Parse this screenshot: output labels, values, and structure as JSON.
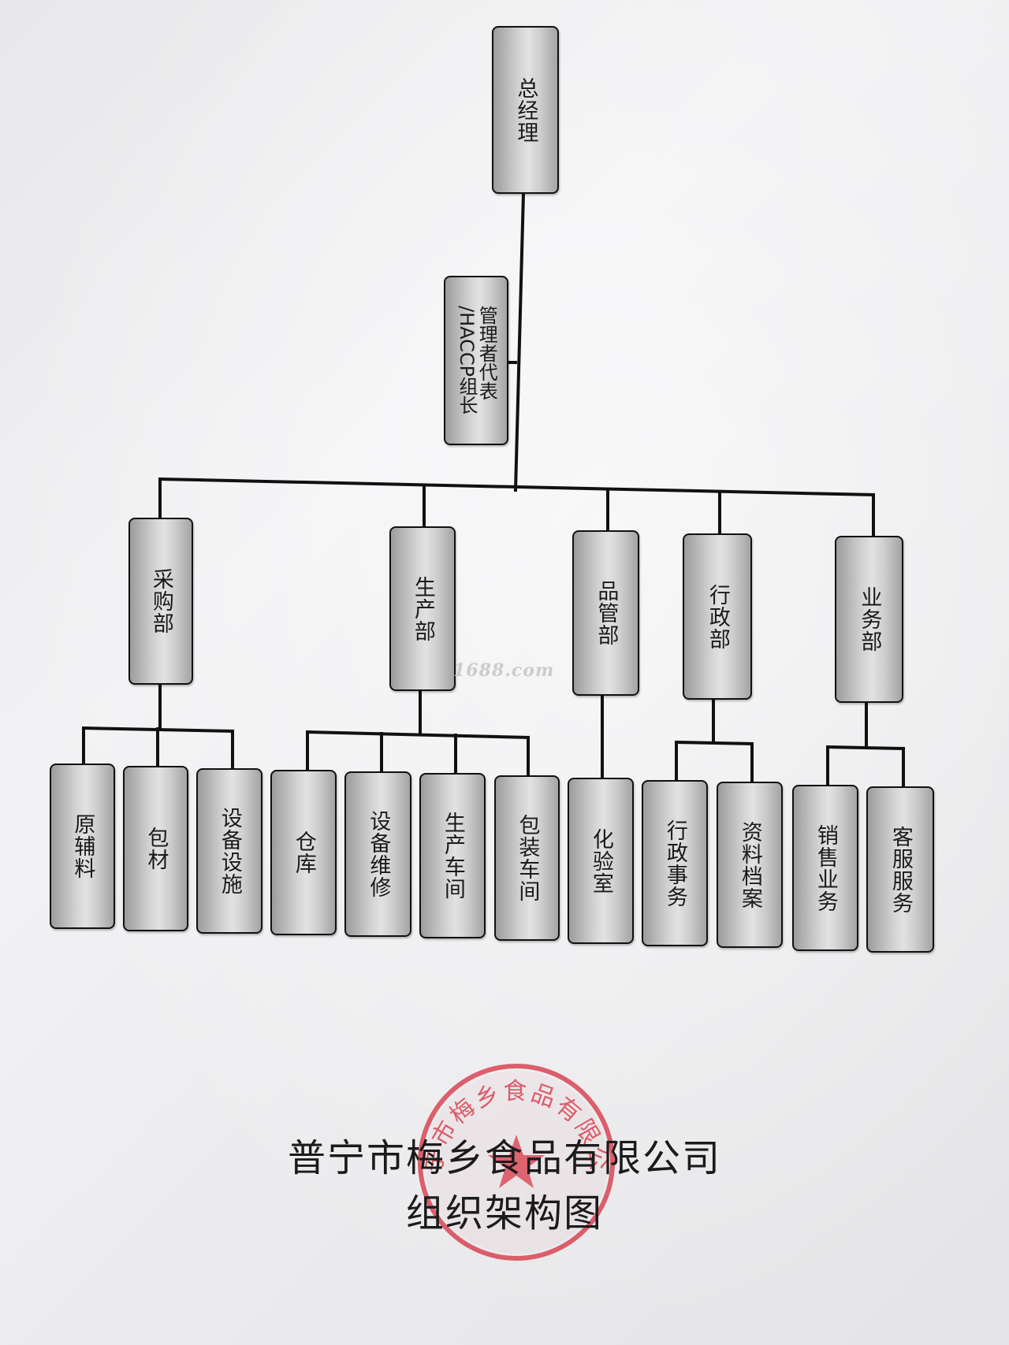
{
  "org_chart": {
    "general_manager": "总经理",
    "management_rep": "管理者代表\n/HACCP组长",
    "departments": [
      {
        "name": "采购部",
        "units": [
          "原辅料",
          "包材",
          "设备设施"
        ]
      },
      {
        "name": "生产部",
        "units": [
          "仓库",
          "设备维修",
          "生产车间",
          "包装车间"
        ]
      },
      {
        "name": "品管部",
        "units": [
          "化验室"
        ]
      },
      {
        "name": "行政部",
        "units": [
          "行政事务",
          "资料档案"
        ]
      },
      {
        "name": "业务部",
        "units": [
          "销售业务",
          "客服服务"
        ]
      }
    ]
  },
  "watermark": "1688.com",
  "footer": {
    "company": "普宁市梅乡食品有限公司",
    "title": "组织架构图"
  },
  "seal": {
    "text": "普宁市梅乡食品有限公司",
    "color": "#d83a4a"
  },
  "colors": {
    "line": "#111111",
    "box_border": "#111111"
  }
}
